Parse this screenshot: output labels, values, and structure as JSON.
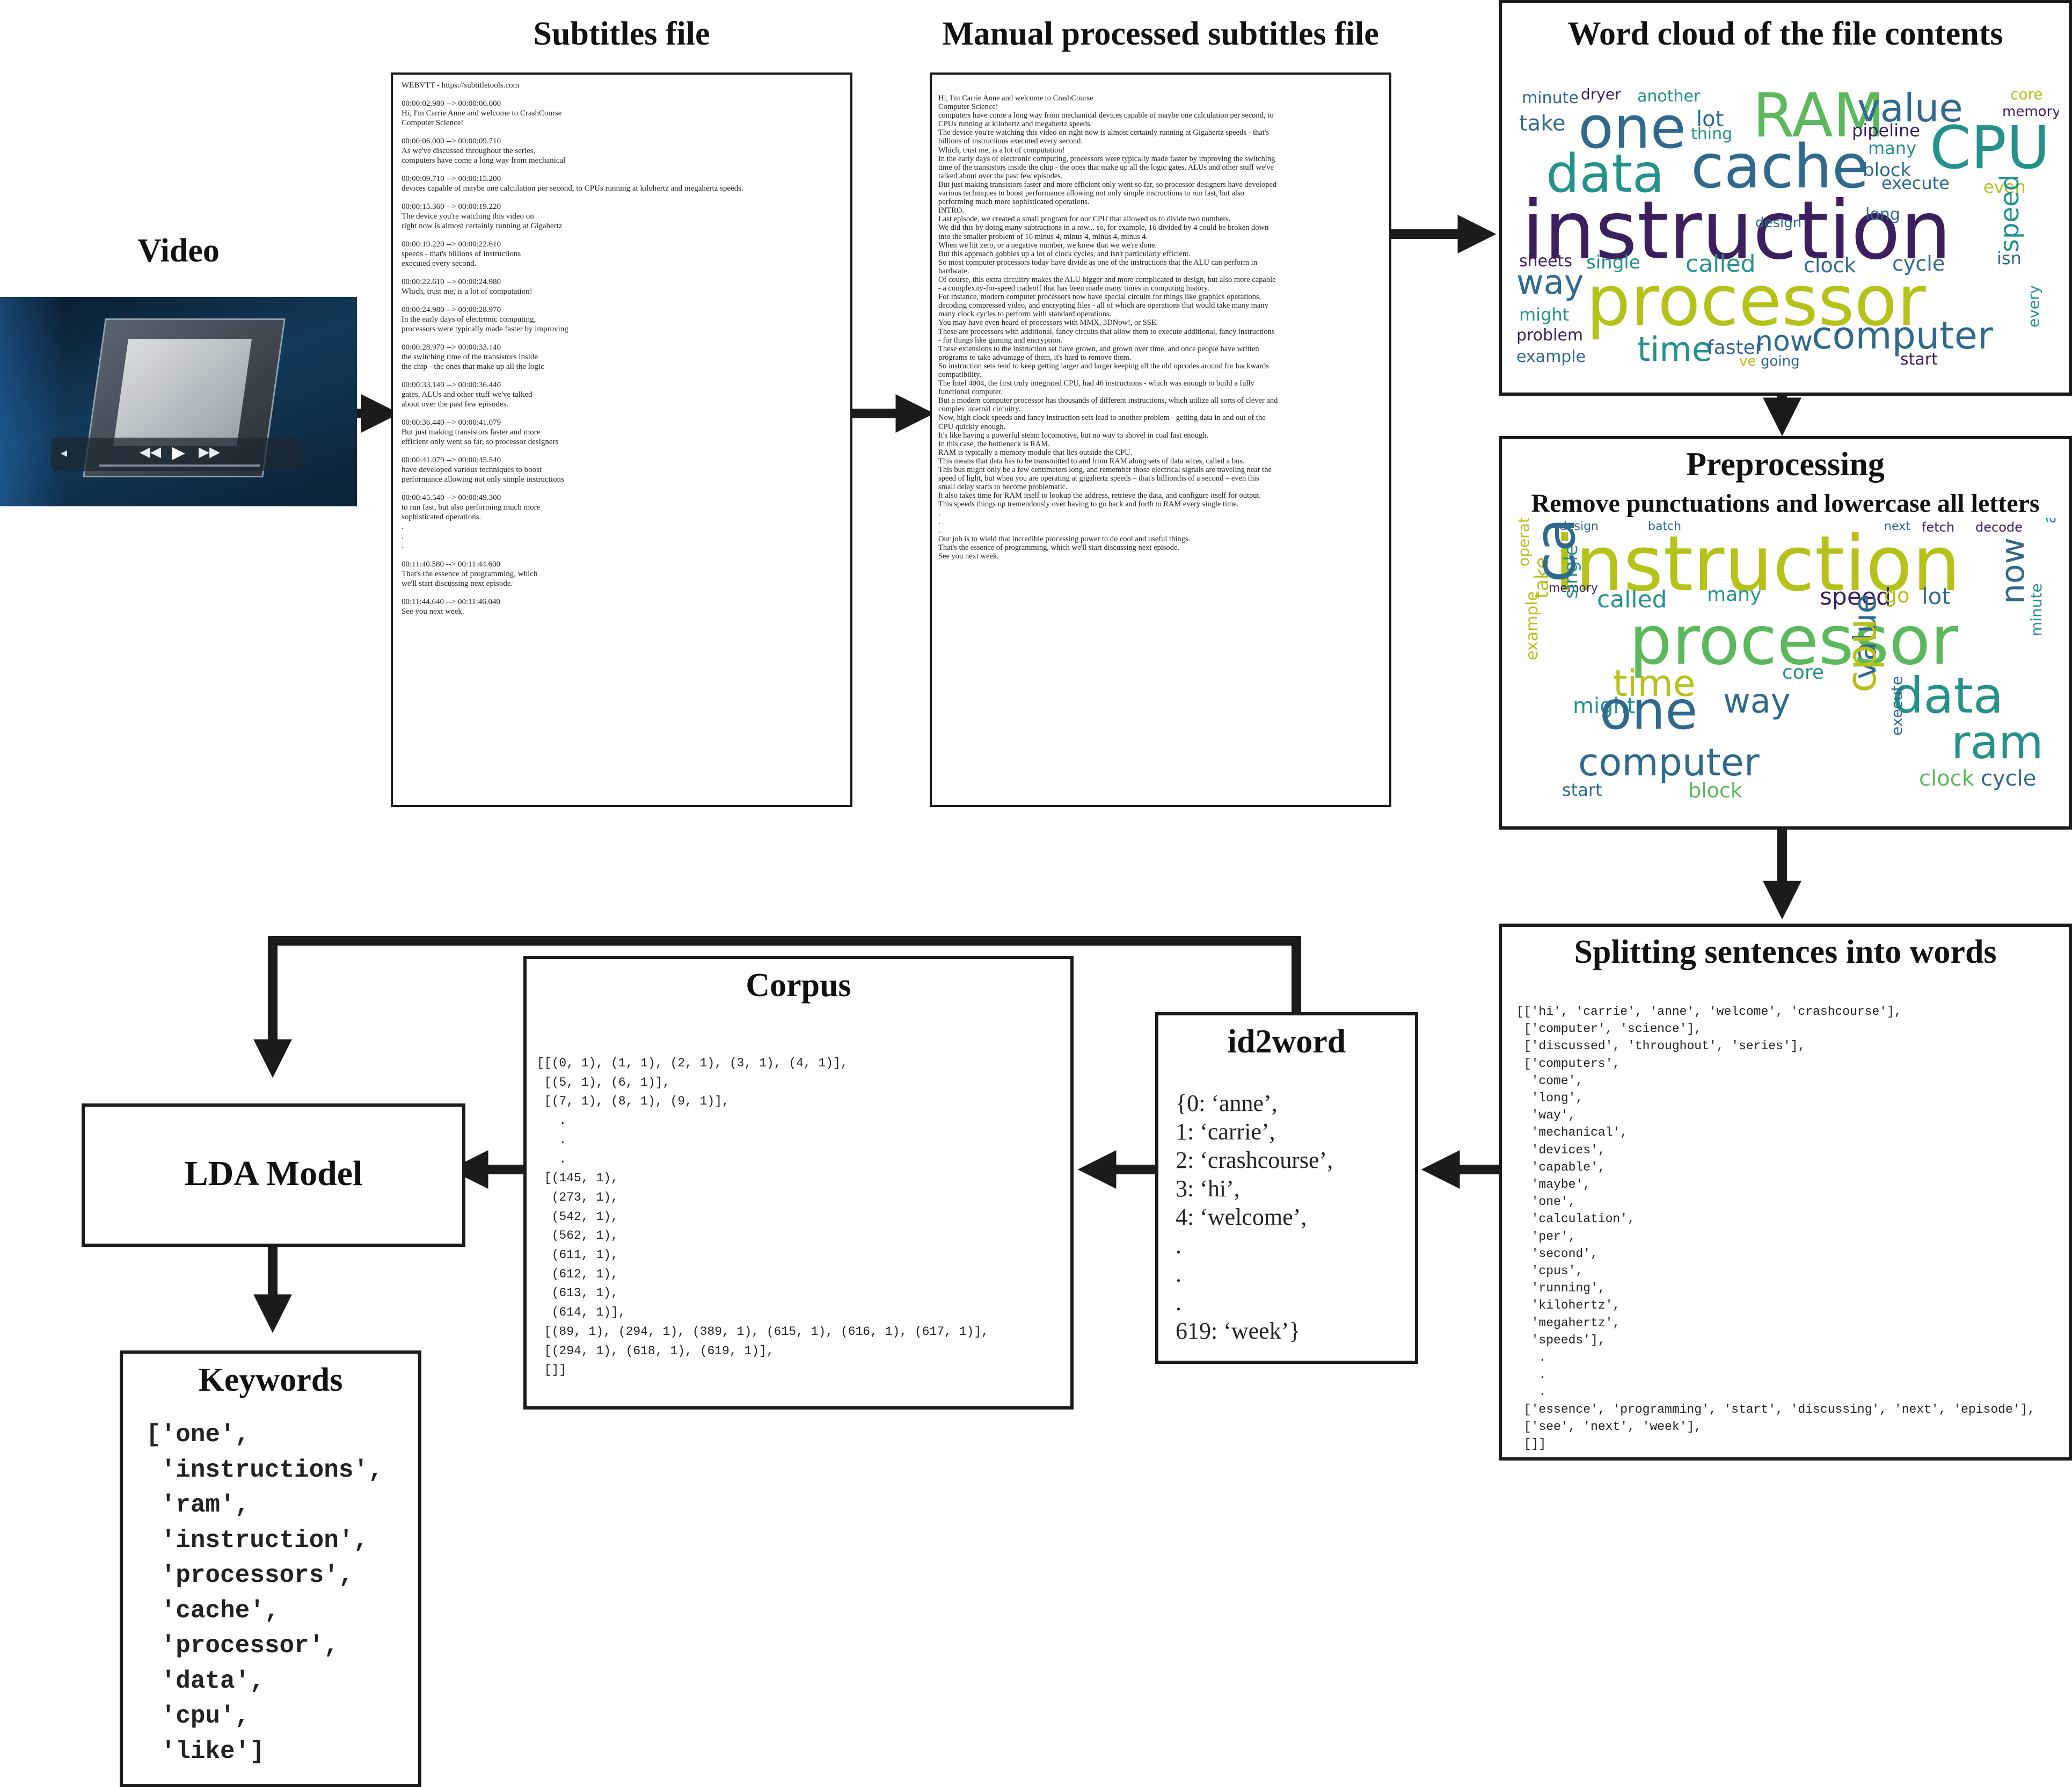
{
  "video": {
    "title": "Video"
  },
  "subtitles": {
    "title": "Subtitles file",
    "header": "WEBVTT - https://subtitletools.com",
    "cues": [
      {
        "tc": "00:00:02.980 --> 00:00:06.000",
        "lines": [
          "Hi, I'm Carrie Anne and welcome to CrashCourse",
          "Computer Science!"
        ]
      },
      {
        "tc": "00:00:06.000 --> 00:00:09.710",
        "lines": [
          "As we've discussed throughout the series,",
          "computers have come a long way from mechanical"
        ]
      },
      {
        "tc": "00:00:09.710 --> 00:00:15.200",
        "lines": [
          "devices capable of maybe one calculation per second, to CPUs running at kilohertz and megahertz speeds."
        ]
      },
      {
        "tc": "00:00:15.360 --> 00:00:19.220",
        "lines": [
          "The device you're watching this video on",
          "right now is almost certainly running at Gigahertz"
        ]
      },
      {
        "tc": "00:00:19.220 --> 00:00:22.610",
        "lines": [
          "speeds - that's billions of instructions",
          "executed every second."
        ]
      },
      {
        "tc": "00:00:22.610 --> 00:00:24.980",
        "lines": [
          "Which, trust me, is a lot of computation!"
        ]
      },
      {
        "tc": "00:00:24.980 --> 00:00:28.970",
        "lines": [
          "In the early days of electronic computing,",
          "processors were typically made faster by improving"
        ]
      },
      {
        "tc": "00:00:28.970 --> 00:00:33.140",
        "lines": [
          "the switching time of the transistors inside",
          "the chip - the ones that make up all the logic"
        ]
      },
      {
        "tc": "00:00:33.140 --> 00:00:36.440",
        "lines": [
          "gates, ALUs and other stuff we've talked",
          "about over the past few episodes."
        ]
      },
      {
        "tc": "00:00:36.440 --> 00:00:41.079",
        "lines": [
          "But just making transistors faster and more",
          "efficient only went so far, so processor designers"
        ]
      },
      {
        "tc": "00:00:41.079 --> 00:00:45.540",
        "lines": [
          "have developed various techniques to boost",
          "performance allowing not only simple instructions"
        ]
      },
      {
        "tc": "00:00:45.540 --> 00:00:49.300",
        "lines": [
          "to run fast, but also performing much more",
          "sophisticated operations."
        ]
      }
    ],
    "dots": [
      ".",
      ".",
      "."
    ],
    "cues_end": [
      {
        "tc": "00:11:40.580 --> 00:11:44.600",
        "lines": [
          "That's the essence of programming, which",
          "we'll start discussing next episode."
        ]
      },
      {
        "tc": "00:11:44.640 --> 00:11:46.040",
        "lines": [
          "See you next week."
        ]
      }
    ]
  },
  "manual": {
    "title": "Manual processed subtitles file",
    "lines": [
      "Hi, I'm Carrie Anne and welcome to CrashCourse",
      "Computer Science!",
      "computers have come a long way from mechanical devices capable of maybe one calculation per second, to",
      "CPUs running at kilohertz and megahertz speeds.",
      "The device you're watching this video on right now is almost certainly running at Gigahertz speeds - that's",
      "billions of instructions executed every second.",
      "Which, trust me, is a lot of computation!",
      "In the early days of electronic computing, processors were typically made faster by improving the switching",
      "time of the transistors inside the chip - the ones that make up all the logic gates, ALUs and other stuff we've",
      "talked about over the past few episodes.",
      "But just making transistors faster and more efficient only went so far, so processor designers have developed",
      "various techniques to boost performance allowing not only simple instructions to run fast, but also",
      "performing much more sophisticated operations.",
      "INTRO.",
      "Last episode, we created a small program for our CPU that allowed us to divide two numbers.",
      "We did this by doing many subtractions in a row... so, for example, 16 divided by 4 could be broken down",
      "into the smaller problem of 16 minus 4, minus 4, minus 4, minus 4.",
      "When we hit zero, or a negative number, we knew that we we're done.",
      "But this approach gobbles up a lot of clock cycles, and isn't particularly efficient.",
      "So most computer processors today have divide as one of the instructions that the ALU can perform in",
      "hardware.",
      "Of course, this extra circuitry makes the ALU bigger and more complicated to design, but also more capable",
      "- a complexity-for-speed tradeoff that has been made many times in computing history.",
      "For instance, modern computer processors now have special circuits for things like graphics operations,",
      "decoding compressed video, and encrypting files - all of which are operations that would take many many",
      "many clock cycles to perform with standard operations.",
      "You may have even heard of processors with MMX, 3DNow!, or SSE.",
      "These are processors with additional, fancy circuits that allow them to execute additional, fancy instructions",
      "- for things like gaming and encryption.",
      "These extensions to the instruction set have grown, and grown over time, and once people have written",
      "programs to take advantage of them, it's hard to remove them.",
      "So instruction sets tend to keep getting larger and larger keeping all the old opcodes around for backwards",
      "compatibility.",
      "The Intel 4004, the first truly integrated CPU, had 46 instructions - which was enough to build a fully",
      "functional computer.",
      "But a modern computer processor has thousands of different instructions, which utilize all sorts of clever and",
      "complex internal circuitry.",
      "Now, high clock speeds and fancy instruction sets lead to another problem - getting data in and out of the",
      "CPU quickly enough.",
      "It's like having a powerful steam locomotive, but no way to shovel in coal fast enough.",
      "In this case, the bottleneck is RAM.",
      "RAM is typically a memory module that lies outside the CPU.",
      "This means that data has to be transmitted to and from RAM along sets of data wires, called a bus.",
      "This bus might only be a few centimeters long, and remember those electrical signals are traveling near the",
      "speed of light, but when you are operating at gigahertz speeds – that's billionths of a second – even this",
      "small delay starts to become problematic.",
      "It also takes time for RAM itself to lookup the address, retrieve the data, and configure itself for output.",
      "This speeds things up tremendously over having to go back and forth to RAM every single time.",
      ".",
      ".",
      ".",
      "Our job is to wield that incredible processing power to do cool and useful things.",
      "That's the essence of programming, which we'll start discussing next episode.",
      "See you next week."
    ]
  },
  "wordcloud1": {
    "title": "Word cloud of the file contents"
  },
  "preprocessing": {
    "title": "Preprocessing",
    "subtitle": "Remove punctuations and lowercase all letters"
  },
  "splitting": {
    "title": "Splitting sentences into words",
    "lines": [
      "[['hi', 'carrie', 'anne', 'welcome', 'crashcourse'],",
      " ['computer', 'science'],",
      " ['discussed', 'throughout', 'series'],",
      " ['computers',",
      "  'come',",
      "  'long',",
      "  'way',",
      "  'mechanical',",
      "  'devices',",
      "  'capable',",
      "  'maybe',",
      "  'one',",
      "  'calculation',",
      "  'per',",
      "  'second',",
      "  'cpus',",
      "  'running',",
      "  'kilohertz',",
      "  'megahertz',",
      "  'speeds'],",
      "   .",
      "   .",
      "   .",
      " ['essence', 'programming', 'start', 'discussing', 'next', 'episode'],",
      " ['see', 'next', 'week'],",
      " []]"
    ]
  },
  "id2word": {
    "title": "id2word",
    "lines": [
      "{0: ‘anne’,",
      "1: ‘carrie’,",
      "2: ‘crashcourse’,",
      "3: ‘hi’,",
      "4: ‘welcome’,",
      ".",
      ".",
      ".",
      "619: ‘week’}"
    ]
  },
  "corpus": {
    "title": "Corpus",
    "lines": [
      "[[(0, 1), (1, 1), (2, 1), (3, 1), (4, 1)],",
      " [(5, 1), (6, 1)],",
      " [(7, 1), (8, 1), (9, 1)],",
      "   .",
      "   .",
      "   .",
      " [(145, 1),",
      "  (273, 1),",
      "  (542, 1),",
      "  (562, 1),",
      "  (611, 1),",
      "  (612, 1),",
      "  (613, 1),",
      "  (614, 1)],",
      " [(89, 1), (294, 1), (389, 1), (615, 1), (616, 1), (617, 1)],",
      " [(294, 1), (618, 1), (619, 1)],",
      " []]"
    ]
  },
  "lda": {
    "title": "LDA Model"
  },
  "keywords": {
    "title": "Keywords",
    "lines": [
      "['one',",
      " 'instructions',",
      " 'ram',",
      " 'instruction',",
      " 'processors',",
      " 'cache',",
      " 'processor',",
      " 'data',",
      " 'cpu',",
      " 'like']"
    ]
  },
  "colors": {
    "cloud_dark": "#3b1f5e",
    "cloud_blue": "#2f6a8c",
    "cloud_teal": "#23928a",
    "cloud_green": "#5cb85c",
    "cloud_yellow": "#b5c21a"
  }
}
